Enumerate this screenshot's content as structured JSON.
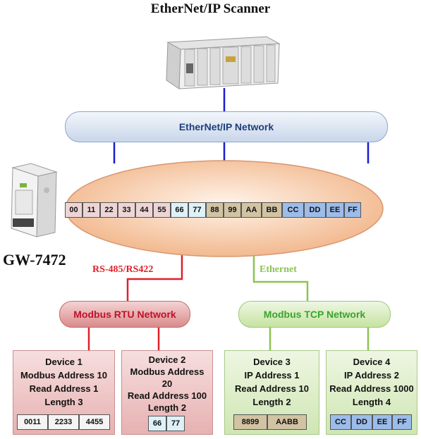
{
  "title": "EtherNet/IP Scanner",
  "gateway_label": "GW-7472",
  "ethernet_ip_network": "EtherNet/IP Network",
  "rtu_link_label": "RS-485/RS422",
  "tcp_link_label": "Ethernet",
  "modbus_rtu_network": "Modbus RTU Network",
  "modbus_tcp_network": "Modbus TCP Network",
  "memory_map": [
    "00",
    "11",
    "22",
    "33",
    "44",
    "55",
    "66",
    "77",
    "88",
    "99",
    "AA",
    "BB",
    "CC",
    "DD",
    "EE",
    "FF"
  ],
  "devices": [
    {
      "lines": [
        "Device 1",
        "Modbus Address 10",
        "Read Address 1",
        "Length 3"
      ],
      "data": [
        "0011",
        "2233",
        "4455"
      ]
    },
    {
      "lines": [
        "Device 2",
        "Modbus Address",
        "20",
        "Read Address 100",
        "Length 2"
      ],
      "data": [
        "66",
        "77"
      ]
    },
    {
      "lines": [
        "Device 3",
        "IP Address 1",
        "Read Address 10",
        "Length 2"
      ],
      "data": [
        "8899",
        "AABB"
      ]
    },
    {
      "lines": [
        "Device 4",
        "IP Address 2",
        "Read Address 1000",
        "Length 4"
      ],
      "data": [
        "CC",
        "DD",
        "EE",
        "FF"
      ]
    }
  ],
  "colors": {
    "rtu": "#e0202a",
    "tcp": "#8cc450",
    "network_line": "#1a1ad0"
  }
}
